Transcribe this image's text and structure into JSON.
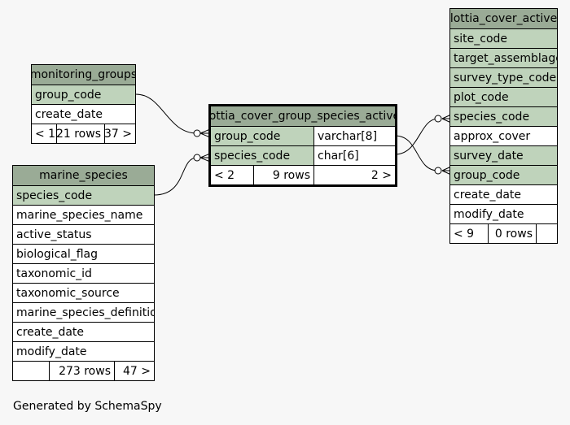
{
  "tables": {
    "monitoring_groups": {
      "name": "monitoring_groups",
      "columns": [
        "group_code",
        "create_date"
      ],
      "footer": {
        "parents": "< 1",
        "rows": "21 rows",
        "children": "37 >"
      }
    },
    "marine_species": {
      "name": "marine_species",
      "columns": [
        "species_code",
        "marine_species_name",
        "active_status",
        "biological_flag",
        "taxonomic_id",
        "taxonomic_source",
        "marine_species_definition",
        "create_date",
        "modify_date"
      ],
      "footer": {
        "parents": "",
        "rows": "273 rows",
        "children": "47 >"
      }
    },
    "focus": {
      "name": "lottia_cover_group_species_active",
      "columns": [
        {
          "name": "group_code",
          "type": "varchar[8]"
        },
        {
          "name": "species_code",
          "type": "char[6]"
        }
      ],
      "footer": {
        "parents": "< 2",
        "rows": "9 rows",
        "children": "2 >"
      }
    },
    "lottia_cover_active": {
      "name": "lottia_cover_active",
      "columns": [
        "site_code",
        "target_assemblage",
        "survey_type_code",
        "plot_code",
        "species_code",
        "approx_cover",
        "survey_date",
        "group_code",
        "create_date",
        "modify_date"
      ],
      "footer": {
        "parents": "< 9",
        "rows": "0 rows",
        "children": ""
      }
    }
  },
  "footer_text": "Generated by SchemaSpy",
  "colors": {
    "header": "#9aab96",
    "key_column": "#bfd3bb",
    "body": "#ffffff",
    "background": "#f7f7f7"
  }
}
